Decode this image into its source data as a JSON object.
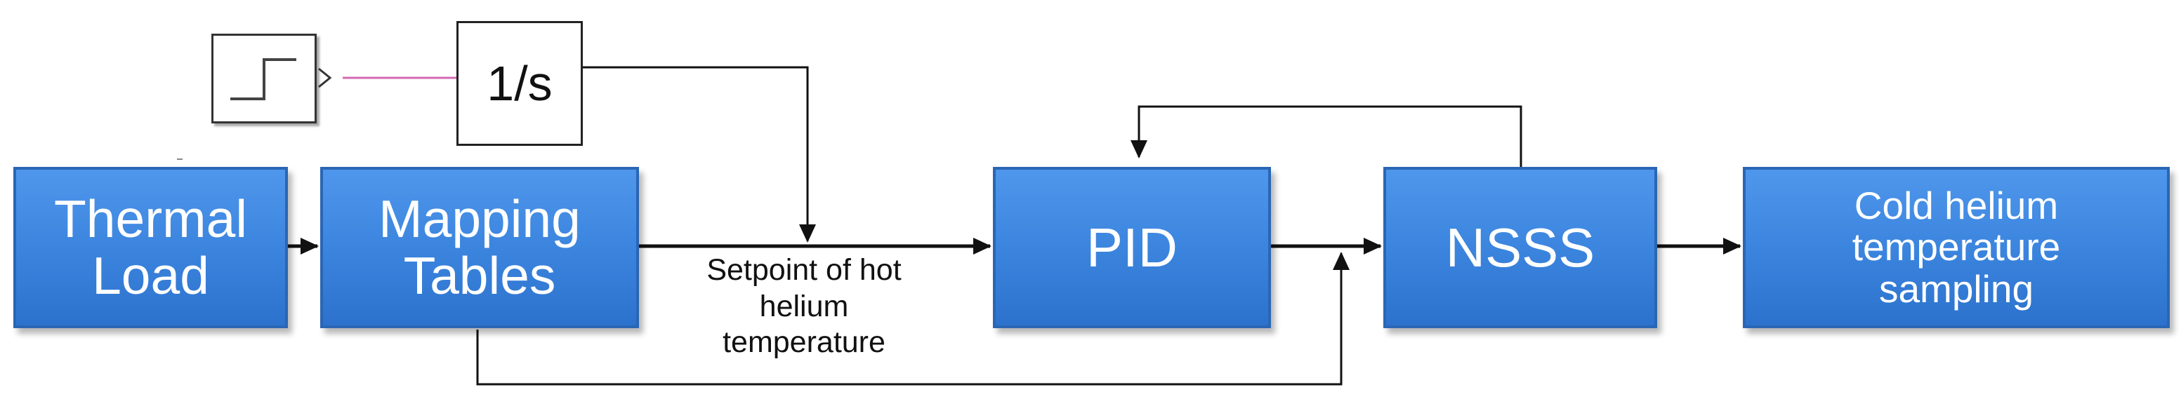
{
  "blocks": {
    "thermal_load": "Thermal\nLoad",
    "mapping_tables": "Mapping\nTables",
    "pid": "PID",
    "nsss": "NSSS",
    "cold_helium": "Cold helium\ntemperature\nsampling"
  },
  "integrator_label": "1/s",
  "signal_label": "Setpoint of hot\nhelium\ntemperature",
  "colors": {
    "block_fill": "#3a83dd",
    "block_border": "#2a66b4",
    "line": "#111111",
    "step_line": "#d46ab2"
  }
}
